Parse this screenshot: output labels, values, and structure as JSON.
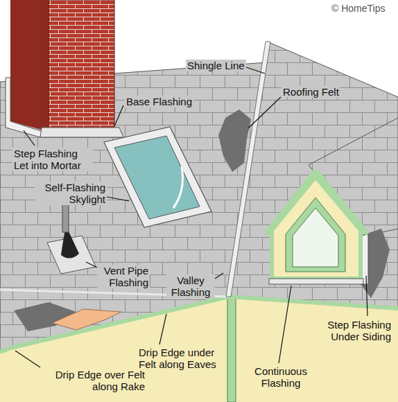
{
  "diagram": {
    "labels": [
      "© HomeTips",
      "Shingle Line",
      "Roofing Felt",
      "Base Flashing",
      "Step Flashing Let into Mortar",
      "Self-Flashing Skylight",
      "Vent Pipe Flashing",
      "Valley Flashing",
      "Step Flashing Under Siding",
      "Drip Edge under Felt along Eaves",
      "Drip Edge over Felt along Rake",
      "Continuous Flashing"
    ]
  }
}
